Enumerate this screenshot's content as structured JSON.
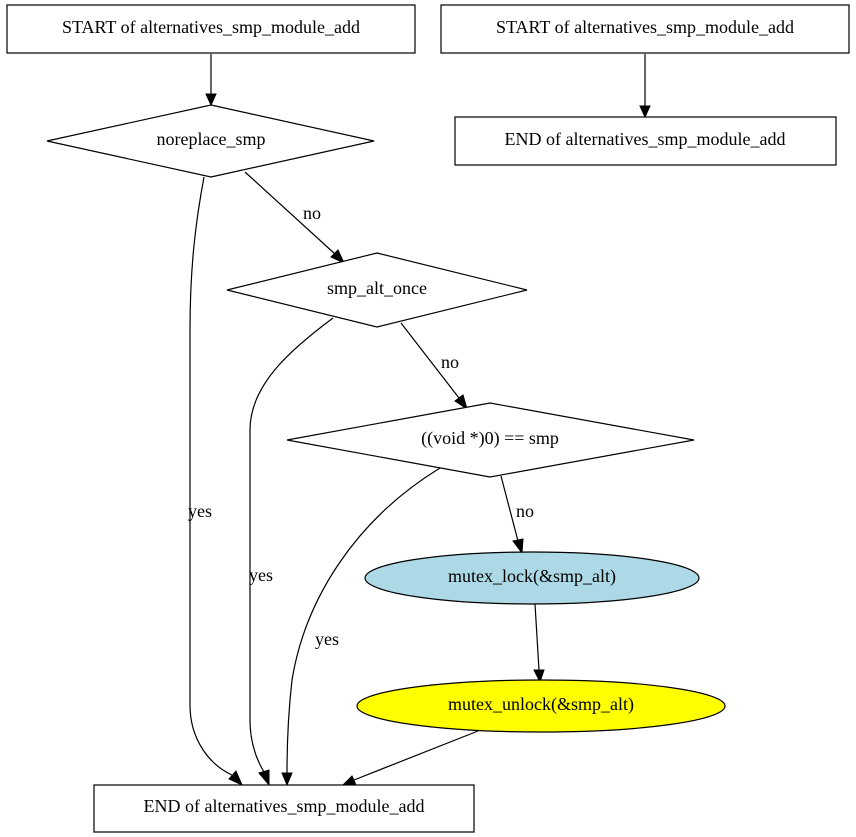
{
  "nodes": {
    "start_1": "START of alternatives_smp_module_add",
    "start_2": "START of alternatives_smp_module_add",
    "end_2": "END of alternatives_smp_module_add",
    "noreplace": "noreplace_smp",
    "alt_once": "smp_alt_once",
    "null_check": "((void *)0) == smp",
    "mutex_lock": "mutex_lock(&smp_alt)",
    "mutex_unlock": "mutex_unlock(&smp_alt)",
    "end_1": "END of alternatives_smp_module_add"
  },
  "edges": {
    "noreplace_no": "no",
    "noreplace_yes": "yes",
    "alt_once_no": "no",
    "alt_once_yes": "yes",
    "null_check_no": "no",
    "null_check_yes": "yes"
  },
  "colors": {
    "mutex_lock_fill": "#add8e6",
    "mutex_unlock_fill": "#ffff00",
    "box_fill": "#ffffff"
  }
}
